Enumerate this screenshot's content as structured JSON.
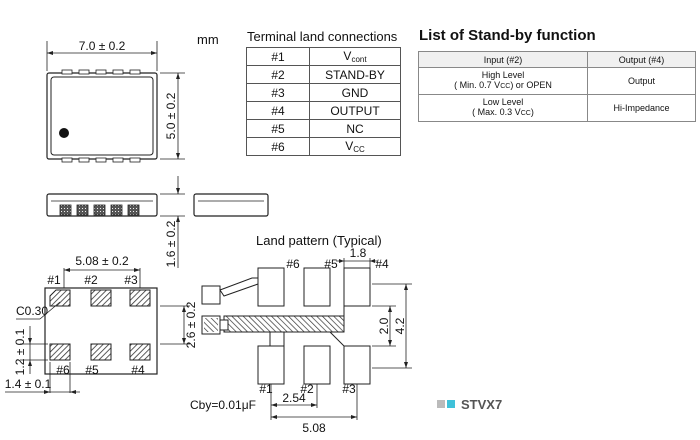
{
  "unit": "mm",
  "terminal": {
    "title": "Terminal land connections",
    "rows": [
      {
        "pin": "#1",
        "name": "V",
        "sub": "cont"
      },
      {
        "pin": "#2",
        "name": "STAND-BY",
        "sub": ""
      },
      {
        "pin": "#3",
        "name": "GND",
        "sub": ""
      },
      {
        "pin": "#4",
        "name": "OUTPUT",
        "sub": ""
      },
      {
        "pin": "#5",
        "name": "NC",
        "sub": ""
      },
      {
        "pin": "#6",
        "name": "V",
        "sub": "CC"
      }
    ]
  },
  "standby": {
    "title": "List of Stand-by function",
    "headers": [
      "Input (#2)",
      "Output (#4)"
    ],
    "rows": [
      {
        "in1": "High Level",
        "in2a": "( Min. 0.7 V",
        "in2sub": "CC",
        "in2b": ") or OPEN",
        "out": "Output"
      },
      {
        "in1": "Low Level",
        "in2a": "( Max. 0.3 V",
        "in2sub": "CC",
        "in2b": ")",
        "out": "Hi-Impedance"
      }
    ]
  },
  "dims": {
    "width": "7.0 ± 0.2",
    "height": "5.0 ± 0.2",
    "thickness": "1.6 ± 0.2",
    "pitch": "5.08 ± 0.2",
    "chamfer": "C0.30",
    "pad_h": "1.2 ± 0.1",
    "pad_w": "1.4 ± 0.1",
    "pad_gap": "2.6 ± 0.2"
  },
  "pins_bottom": {
    "top_row": [
      "#1",
      "#2",
      "#3"
    ],
    "bottom_row": [
      "#6",
      "#5",
      "#4"
    ]
  },
  "land_pattern": {
    "title": "Land pattern (Typical)",
    "top_row": [
      "#6",
      "#5",
      "#4"
    ],
    "bottom_row": [
      "#1",
      "#2",
      "#3"
    ],
    "dim_18": "1.8",
    "dim_20": "2.0",
    "dim_42": "4.2",
    "dim_254": "2.54",
    "dim_508": "5.08",
    "cby": "Cby=0.01μF"
  },
  "brand": {
    "text": "STVX7",
    "colors": [
      "#bbbbbb",
      "#3fc1d9"
    ]
  }
}
